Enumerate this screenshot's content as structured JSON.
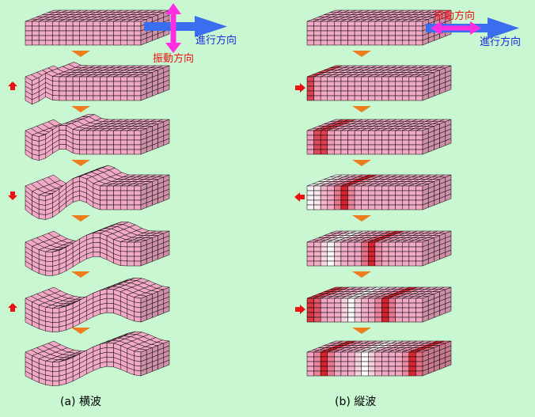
{
  "legend": {
    "transverse": {
      "propagation_label": "進行方向",
      "vibration_label": "振動方向"
    },
    "longitudinal": {
      "propagation_label": "進行方向",
      "vibration_label": "振動方向"
    }
  },
  "colors": {
    "background": "#c8f7d2",
    "block_base": "#f2a9c6",
    "compression": "#d8222e",
    "rarefaction": "#ffffff",
    "grid_line": "#000000",
    "propagation_arrow": "#3a6df0",
    "vibration_arrow": "#ff2ee0",
    "step_arrow": "#ee7d1e",
    "push_arrow": "#ee1111",
    "propagation_text": "#1a2bd9",
    "vibration_text": "#ee1111"
  },
  "panels": {
    "transverse": {
      "caption": "(a) 横波",
      "stages": [
        {
          "displacement_amplitude": 0,
          "wave_extent": 0,
          "push": "none"
        },
        {
          "displacement_amplitude": 0.35,
          "wave_extent": 0.25,
          "push": "up"
        },
        {
          "displacement_amplitude": 0.55,
          "wave_extent": 0.45,
          "push": "none"
        },
        {
          "displacement_amplitude": 0.9,
          "wave_extent": 0.65,
          "push": "down"
        },
        {
          "displacement_amplitude": 0.9,
          "wave_extent": 0.85,
          "push": "none"
        },
        {
          "displacement_amplitude": 0.9,
          "wave_extent": 1.0,
          "push": "up"
        },
        {
          "displacement_amplitude": 0.9,
          "wave_extent": 1.0,
          "push": "none"
        }
      ]
    },
    "longitudinal": {
      "caption": "(b) 縦波",
      "stages": [
        {
          "compression_zones": [],
          "rarefaction_zones": [],
          "push": "none"
        },
        {
          "compression_zones": [
            0.0
          ],
          "rarefaction_zones": [],
          "push": "right"
        },
        {
          "compression_zones": [
            0.12
          ],
          "rarefaction_zones": [],
          "push": "none"
        },
        {
          "compression_zones": [
            0.32
          ],
          "rarefaction_zones": [
            0.05
          ],
          "push": "left"
        },
        {
          "compression_zones": [
            0.55
          ],
          "rarefaction_zones": [
            0.2
          ],
          "push": "none"
        },
        {
          "compression_zones": [
            0.05,
            0.68
          ],
          "rarefaction_zones": [
            0.38
          ],
          "push": "right"
        },
        {
          "compression_zones": [
            0.15,
            0.92
          ],
          "rarefaction_zones": [
            0.5
          ],
          "push": "none"
        }
      ]
    }
  }
}
